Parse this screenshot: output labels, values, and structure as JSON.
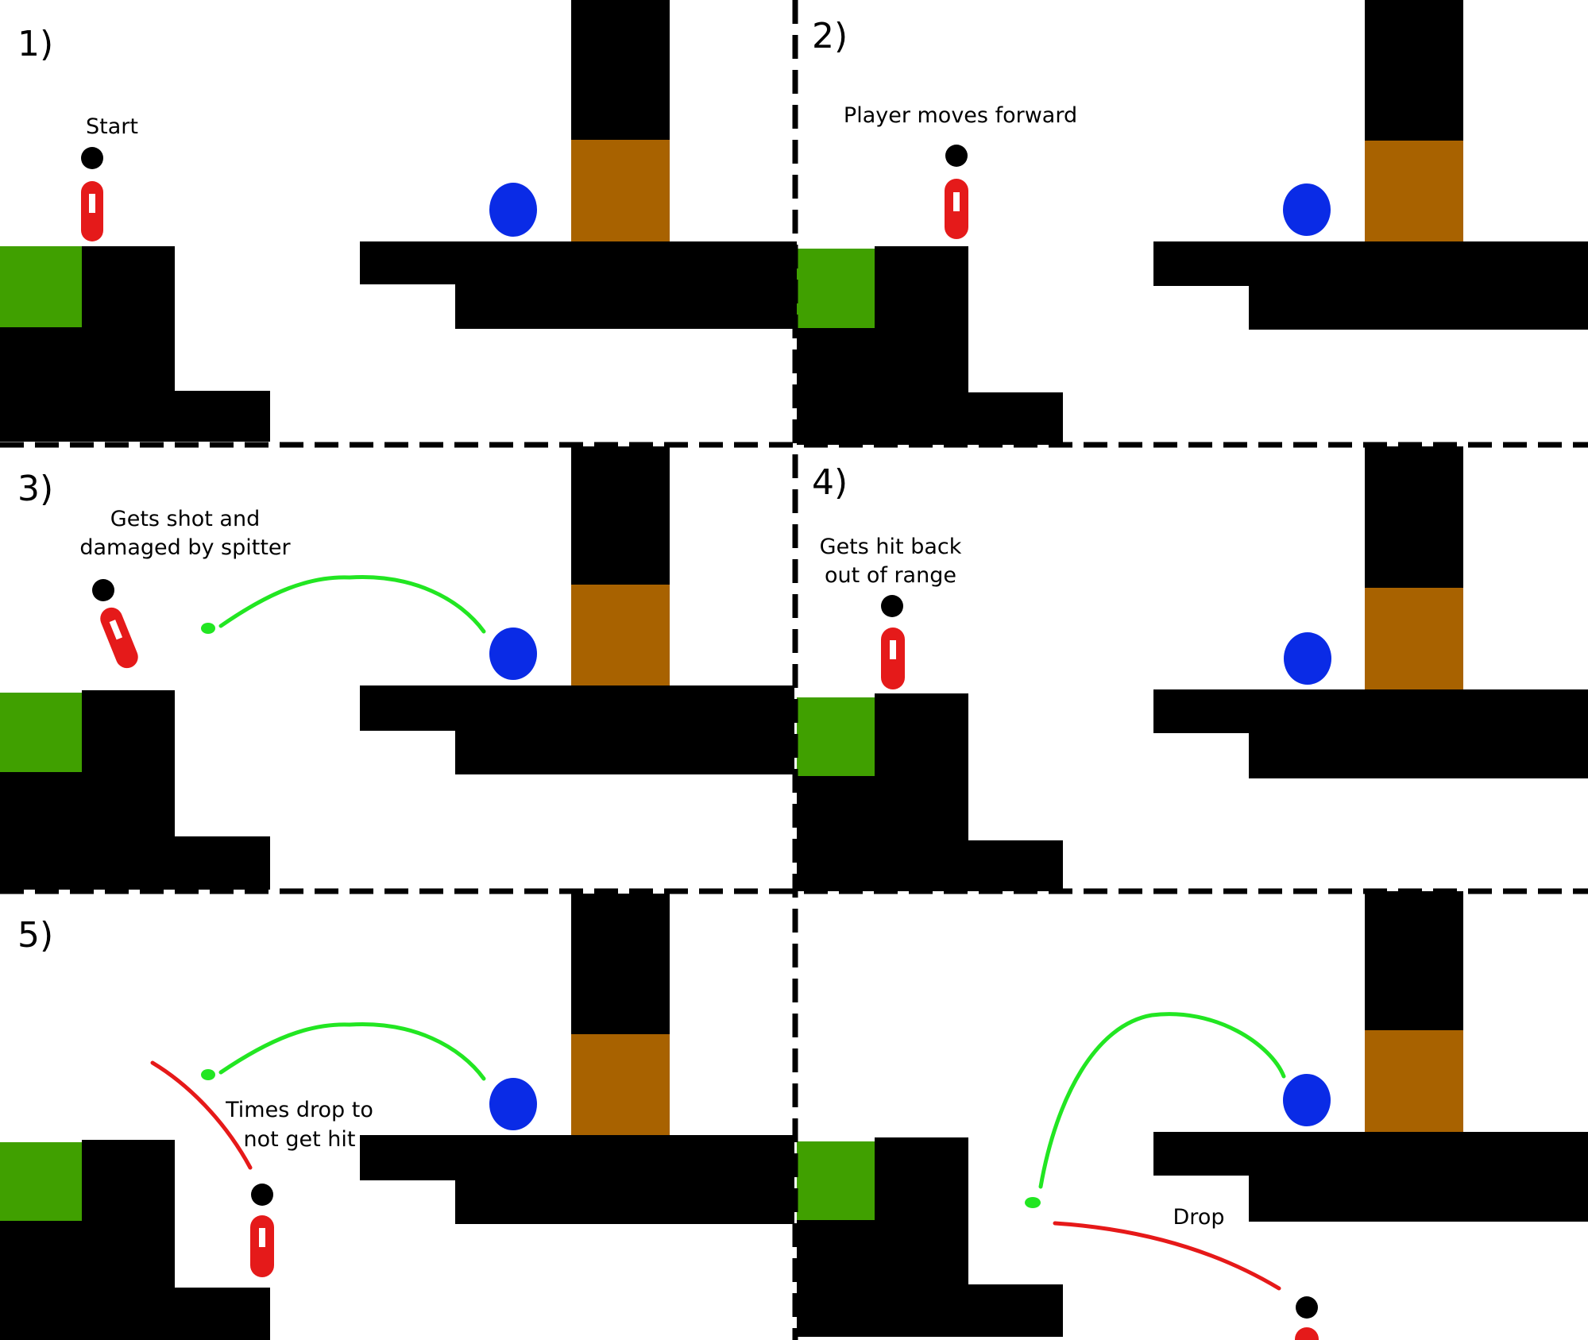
{
  "panels": [
    {
      "number": "1)",
      "caption_lines": [
        "Start"
      ]
    },
    {
      "number": "2)",
      "caption_lines": [
        "Player moves forward"
      ]
    },
    {
      "number": "3)",
      "caption_lines": [
        "Gets shot and",
        "damaged by spitter"
      ]
    },
    {
      "number": "4)",
      "caption_lines": [
        "Gets hit back",
        "out of range"
      ]
    },
    {
      "number": "5)",
      "caption_lines": [
        "Times drop to",
        "not get hit"
      ]
    },
    {
      "number": "",
      "caption_lines": [
        "Drop"
      ]
    }
  ],
  "colors": {
    "platform": "#000000",
    "grass": "#40a000",
    "dirt": "#a86200",
    "spitter": "#0a2be6",
    "player_body": "#e51a1a",
    "player_head": "#000000",
    "spit_arc": "#22e622",
    "drop_arc": "#e61919",
    "divider": "#000000"
  },
  "icons": {
    "player": "player-stick-figure-icon",
    "spitter": "spitter-blob-icon",
    "projectile": "spit-projectile-icon"
  }
}
